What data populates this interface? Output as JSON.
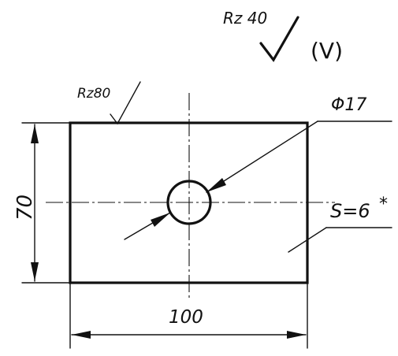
{
  "drawing": {
    "general_roughness": "Rz 40",
    "general_roughness_other": "(V)",
    "surface_roughness_top": "Rz80",
    "hole_diameter": "Φ17",
    "height_dimension": "70",
    "width_dimension": "100",
    "thickness_note": "S=6",
    "thickness_note_mark": "*"
  }
}
